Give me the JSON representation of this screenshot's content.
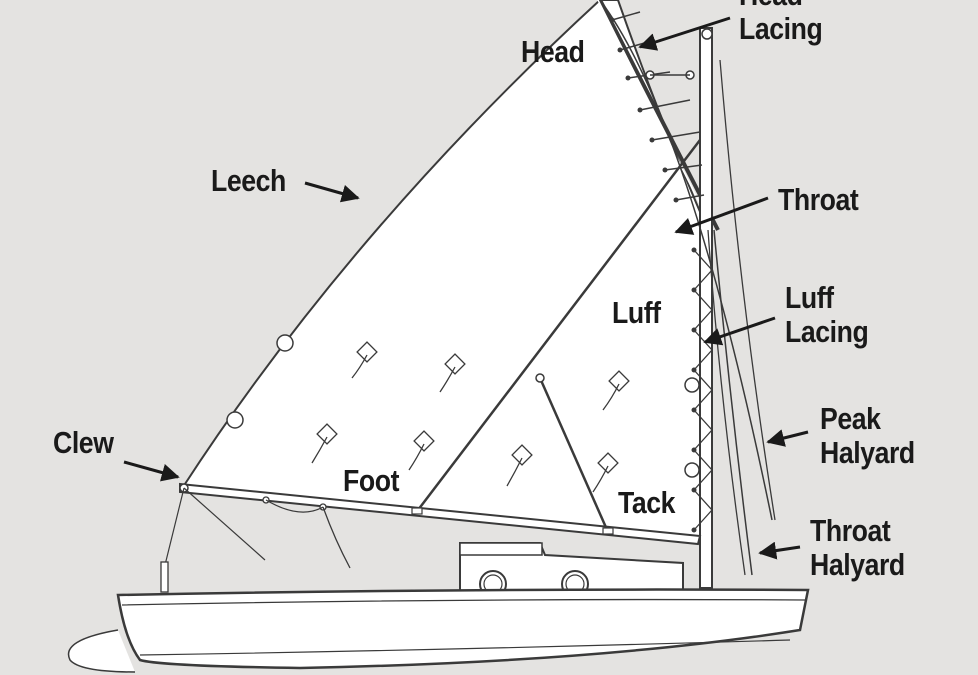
{
  "labels": {
    "head": "Head",
    "head_lacing": [
      "Head",
      "Lacing"
    ],
    "leech": "Leech",
    "throat": "Throat",
    "luff": "Luff",
    "luff_lacing": [
      "Luff",
      "Lacing"
    ],
    "peak_halyard": [
      "Peak",
      "Halyard"
    ],
    "throat_halyard": [
      "Throat",
      "Halyard"
    ],
    "clew": "Clew",
    "foot": "Foot",
    "tack": "Tack"
  },
  "colors": {
    "background": "#e4e3e1",
    "sail": "#ffffff",
    "line": "#3a3a3a",
    "text": "#1a1a1a"
  }
}
